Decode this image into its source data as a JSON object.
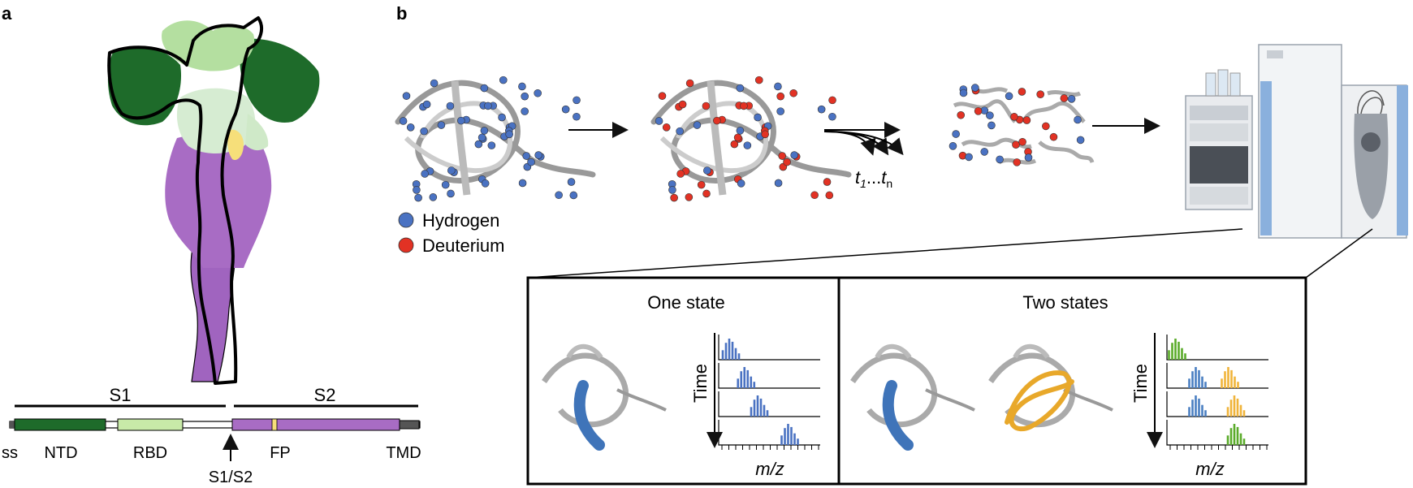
{
  "panels": {
    "a": {
      "label": "a"
    },
    "b": {
      "label": "b"
    }
  },
  "domain_map": {
    "s1": "S1",
    "s2": "S2",
    "domains": [
      "ss",
      "NTD",
      "RBD",
      "FP",
      "TMD"
    ],
    "cleavage_site": "S1/S2",
    "colors": {
      "ntd": "#1e6b2a",
      "rbd": "#c8eaa8",
      "s2": "#a86cc4",
      "fp": "#f6df7a",
      "tmd": "#555555",
      "spike_light_green": "#cfe9c8"
    }
  },
  "legend": {
    "hydrogen": "Hydrogen",
    "deuterium": "Deuterium",
    "hydrogen_color": "#4a72c2",
    "deuterium_color": "#e23224"
  },
  "timepoints": {
    "t_start": "t",
    "sub1": "1",
    "dots": "...",
    "t_end": "t",
    "subn": "n"
  },
  "inset": {
    "one_state": {
      "title": "One state",
      "y_label": "Time",
      "x_label": "m/z",
      "envelopes": [
        {
          "row": 1,
          "center": 0.12,
          "series": "hydrogen"
        },
        {
          "row": 2,
          "center": 0.27,
          "series": "hydrogen"
        },
        {
          "row": 3,
          "center": 0.4,
          "series": "hydrogen"
        },
        {
          "row": 4,
          "center": 0.7,
          "series": "hydrogen"
        }
      ]
    },
    "two_states": {
      "title": "Two states",
      "y_label": "Time",
      "x_label": "m/z",
      "envelopes": [
        {
          "row": 1,
          "center": 0.1,
          "series": "green"
        },
        {
          "row": 2,
          "center": 0.3,
          "series": "blue"
        },
        {
          "row": 2,
          "center": 0.62,
          "series": "orange"
        },
        {
          "row": 3,
          "center": 0.3,
          "series": "blue"
        },
        {
          "row": 3,
          "center": 0.68,
          "series": "orange"
        },
        {
          "row": 4,
          "center": 0.68,
          "series": "green"
        }
      ],
      "colors": {
        "green": "#5aab2a",
        "blue": "#4a7fc2",
        "orange": "#f0b43a"
      }
    }
  }
}
